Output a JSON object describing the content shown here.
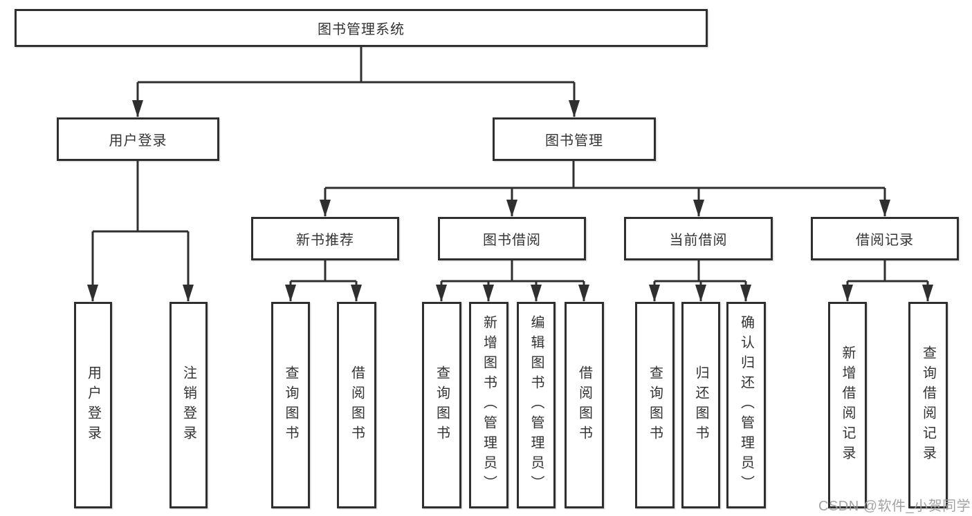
{
  "tree": {
    "label": "图书管理系统",
    "children": [
      {
        "label": "用户登录",
        "children": [
          {
            "label": "用户登录"
          },
          {
            "label": "注销登录"
          }
        ]
      },
      {
        "label": "图书管理",
        "children": [
          {
            "label": "新书推荐",
            "children": [
              {
                "label": "查询图书"
              },
              {
                "label": "借阅图书"
              }
            ]
          },
          {
            "label": "图书借阅",
            "children": [
              {
                "label": "查询图书"
              },
              {
                "label": "新增图书（管理员）"
              },
              {
                "label": "编辑图书（管理员）"
              },
              {
                "label": "借阅图书"
              }
            ]
          },
          {
            "label": "当前借阅",
            "children": [
              {
                "label": "查询图书"
              },
              {
                "label": "归还图书"
              },
              {
                "label": "确认归还（管理员）"
              }
            ]
          },
          {
            "label": "借阅记录",
            "children": [
              {
                "label": "新增借阅记录"
              },
              {
                "label": "查询借阅记录"
              }
            ]
          }
        ]
      }
    ]
  },
  "watermark": {
    "text": "CSDN @软件_小贺同学"
  },
  "colors": {
    "line": "#2f2f2f",
    "text": "#333333",
    "background": "#ffffff",
    "watermark": "#9e9e9e"
  }
}
